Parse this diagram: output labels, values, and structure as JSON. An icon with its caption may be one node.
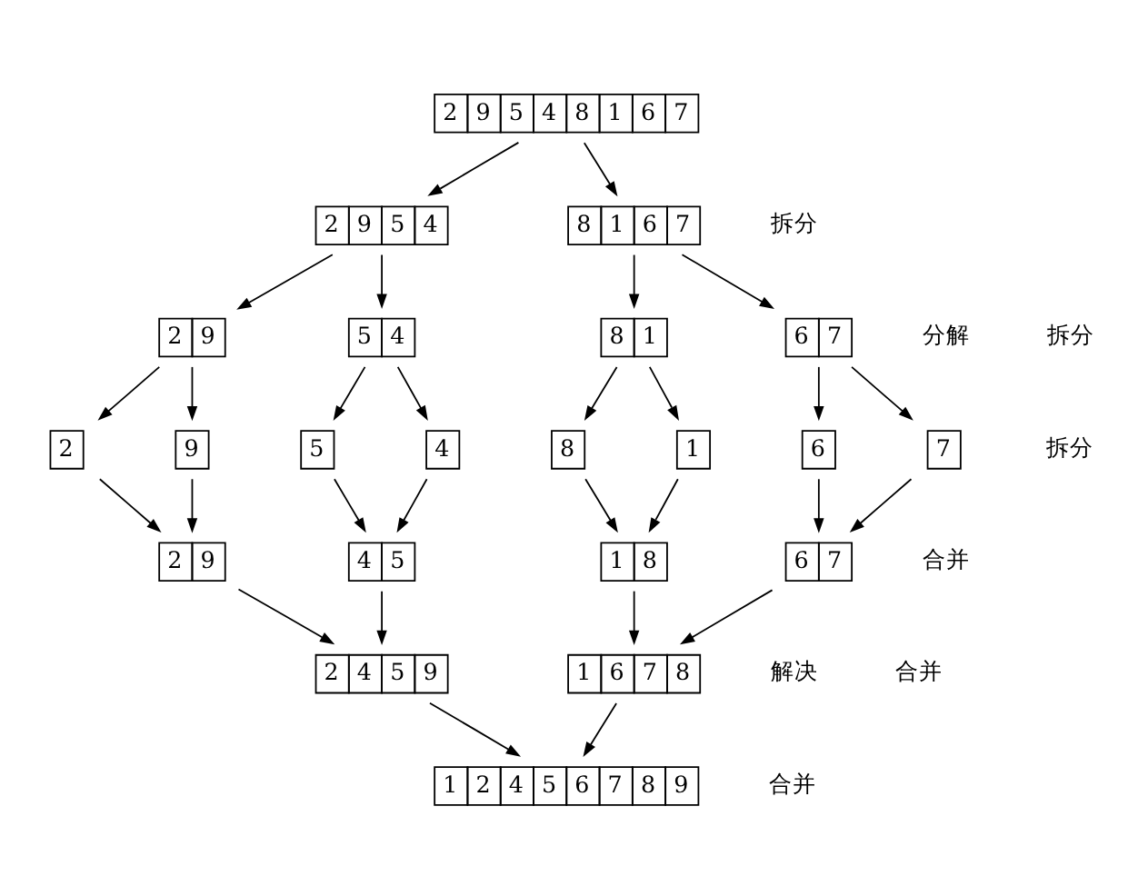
{
  "diagram": {
    "nodes": [
      {
        "text": [
          "2",
          "9",
          "5",
          "4",
          "8",
          "1",
          "6",
          "7"
        ]
      },
      {
        "text": [
          "2",
          "9",
          "5",
          "4"
        ]
      },
      {
        "text": [
          "8",
          "1",
          "6",
          "7"
        ]
      },
      {
        "text": [
          "2",
          "9"
        ]
      },
      {
        "text": [
          "5",
          "4"
        ]
      },
      {
        "text": [
          "8",
          "1"
        ]
      },
      {
        "text": [
          "6",
          "7"
        ]
      },
      {
        "text": [
          "2"
        ]
      },
      {
        "text": [
          "9"
        ]
      },
      {
        "text": [
          "5"
        ]
      },
      {
        "text": [
          "4"
        ]
      },
      {
        "text": [
          "8"
        ]
      },
      {
        "text": [
          "1"
        ]
      },
      {
        "text": [
          "6"
        ]
      },
      {
        "text": [
          "7"
        ]
      },
      {
        "text": [
          "2",
          "9"
        ]
      },
      {
        "text": [
          "4",
          "5"
        ]
      },
      {
        "text": [
          "1",
          "8"
        ]
      },
      {
        "text": [
          "6",
          "7"
        ]
      },
      {
        "text": [
          "2",
          "4",
          "5",
          "9"
        ]
      },
      {
        "text": [
          "1",
          "6",
          "7",
          "8"
        ]
      },
      {
        "text": [
          "1",
          "2",
          "4",
          "5",
          "6",
          "7",
          "8",
          "9"
        ]
      }
    ],
    "edges": [
      {
        "from": 0,
        "to": 1,
        "arrow": "to"
      },
      {
        "from": 0,
        "to": 2,
        "arrow": "to"
      },
      {
        "from": 1,
        "to": 3,
        "arrow": "to"
      },
      {
        "from": 1,
        "to": 4,
        "arrow": "to"
      },
      {
        "from": 2,
        "to": 5,
        "arrow": "to"
      },
      {
        "from": 2,
        "to": 6,
        "arrow": "to"
      },
      {
        "from": 3,
        "to": 7,
        "arrow": "to"
      },
      {
        "from": 3,
        "to": 8,
        "arrow": "to"
      },
      {
        "from": 4,
        "to": 9,
        "arrow": "to"
      },
      {
        "from": 4,
        "to": 10,
        "arrow": "to"
      },
      {
        "from": 5,
        "to": 11,
        "arrow": "to"
      },
      {
        "from": 5,
        "to": 12,
        "arrow": "to"
      },
      {
        "from": 6,
        "to": 13,
        "arrow": "to"
      },
      {
        "from": 6,
        "to": 14,
        "arrow": "to"
      },
      {
        "from": 7,
        "to": 15,
        "arrow": "to"
      },
      {
        "from": 8,
        "to": 15,
        "arrow": "to"
      },
      {
        "from": 9,
        "to": 16,
        "arrow": "to"
      },
      {
        "from": 10,
        "to": 16,
        "arrow": "to"
      },
      {
        "from": 11,
        "to": 17,
        "arrow": "to"
      },
      {
        "from": 12,
        "to": 17,
        "arrow": "to"
      },
      {
        "from": 13,
        "to": 18,
        "arrow": "to"
      },
      {
        "from": 14,
        "to": 18,
        "arrow": "to"
      },
      {
        "from": 15,
        "to": 19,
        "arrow": "to"
      },
      {
        "from": 16,
        "to": 19,
        "arrow": "to"
      },
      {
        "from": 17,
        "to": 20,
        "arrow": "to"
      },
      {
        "from": 18,
        "to": 20,
        "arrow": "to"
      },
      {
        "from": 19,
        "to": 21,
        "arrow": "to"
      },
      {
        "from": 20,
        "to": 21,
        "arrow": "to"
      }
    ],
    "labels": [
      "拆分",
      "拆分",
      "拆分",
      "合并",
      "合并",
      "合并",
      "分解",
      "解决"
    ]
  }
}
